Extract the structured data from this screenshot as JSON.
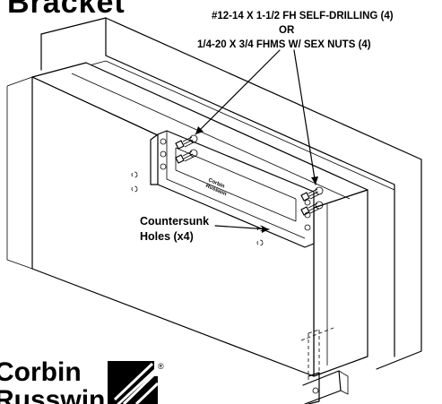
{
  "title": "Bracket",
  "screw_callout": {
    "line1": "#12-14 X 1-1/2 FH SELF-DRILLING (4)",
    "line2": "OR",
    "line3": "1/4-20 X 3/4 FHMS W/ SEX NUTS (4)"
  },
  "countersunk_label": {
    "line1": "Countersunk",
    "line2": "Holes (x4)"
  },
  "bracket_stamp": {
    "line1": "Corbin",
    "line2": "Russwin"
  },
  "logo": {
    "line1": "Corbin",
    "line2": "Russwin",
    "mark": "®"
  },
  "icons": [
    "screw-icon",
    "arrow-icon",
    "corbin-russwin-logo-icon"
  ]
}
